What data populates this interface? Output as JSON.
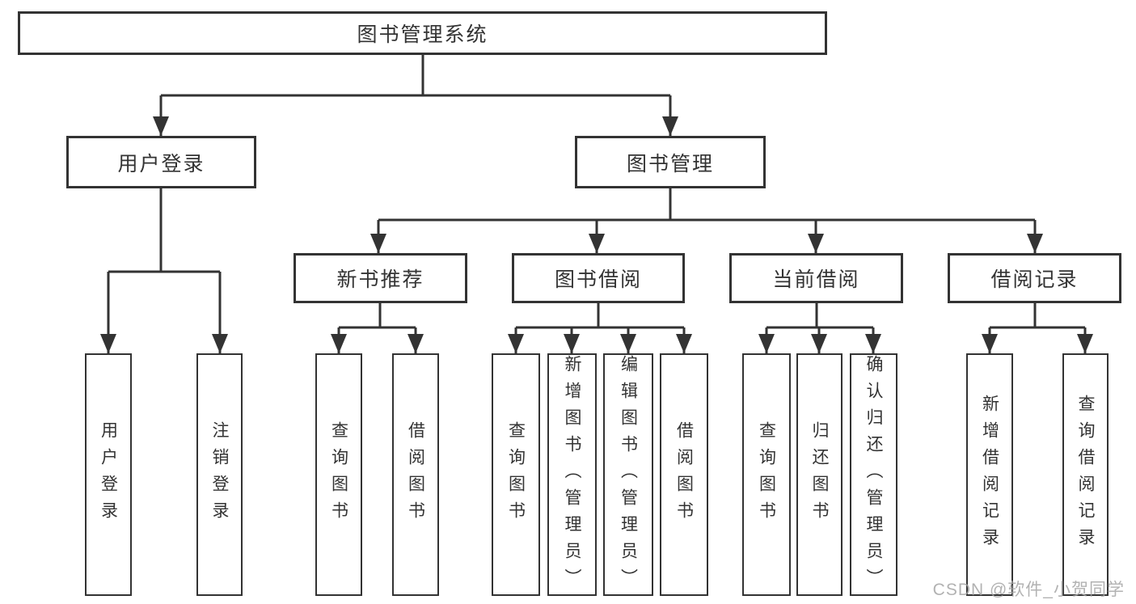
{
  "tree": {
    "root": {
      "label": "图书管理系统"
    },
    "branches": [
      {
        "label": "用户登录",
        "children": [
          "用户登录",
          "注销登录"
        ]
      },
      {
        "label": "图书管理",
        "sections": [
          {
            "label": "新书推荐",
            "children": [
              "查询图书",
              "借阅图书"
            ]
          },
          {
            "label": "图书借阅",
            "children": [
              "查询图书",
              "新增图书（管理员）",
              "编辑图书（管理员）",
              "借阅图书"
            ]
          },
          {
            "label": "当前借阅",
            "children": [
              "查询图书",
              "归还图书",
              "确认归还（管理员）"
            ]
          },
          {
            "label": "借阅记录",
            "children": [
              "新增借阅记录",
              "查询借阅记录"
            ]
          }
        ]
      }
    ]
  },
  "watermark": {
    "text": "CSDN @软件_小贺同学"
  },
  "colors": {
    "line": "#333333",
    "box_border": "#333333",
    "text": "#333333",
    "background": "#ffffff",
    "watermark": "#a4a4a4"
  }
}
